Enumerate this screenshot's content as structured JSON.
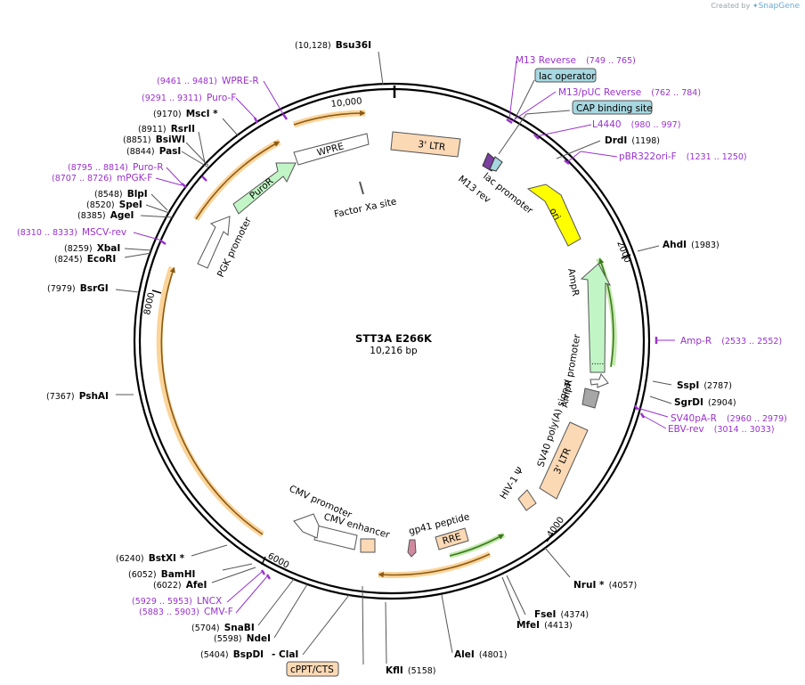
{
  "credit": {
    "prefix": "Created by",
    "brand": "SnapGene"
  },
  "plasmid": {
    "name": "STT3A E266K",
    "length_label": "10,216 bp",
    "length": 10216
  },
  "ticks": [
    "2000",
    "4000",
    "6000",
    "8000",
    "10,000"
  ],
  "sites": [
    {
      "id": "bsu36i",
      "name": "Bsu36I",
      "pos": "(10,128)"
    },
    {
      "id": "msci",
      "name": "MscI *",
      "pos": "(9170)"
    },
    {
      "id": "rsrii",
      "name": "RsrII",
      "pos": "(8911)"
    },
    {
      "id": "bsiwi",
      "name": "BsiWI",
      "pos": "(8851)"
    },
    {
      "id": "pasi",
      "name": "PasI",
      "pos": "(8844)"
    },
    {
      "id": "blpi",
      "name": "BlpI",
      "pos": "(8548)"
    },
    {
      "id": "spei",
      "name": "SpeI",
      "pos": "(8520)"
    },
    {
      "id": "agei",
      "name": "AgeI",
      "pos": "(8385)"
    },
    {
      "id": "xbai",
      "name": "XbaI",
      "pos": "(8259)"
    },
    {
      "id": "ecori",
      "name": "EcoRI",
      "pos": "(8245)"
    },
    {
      "id": "bsrgi",
      "name": "BsrGI",
      "pos": "(7979)"
    },
    {
      "id": "pshai",
      "name": "PshAI",
      "pos": "(7367)"
    },
    {
      "id": "bstxi",
      "name": "BstXI *",
      "pos": "(6240)"
    },
    {
      "id": "bamhi",
      "name": "BamHI",
      "pos": "(6052)"
    },
    {
      "id": "afei",
      "name": "AfeI",
      "pos": "(6022)"
    },
    {
      "id": "snabi",
      "name": "SnaBI",
      "pos": "(5704)"
    },
    {
      "id": "ndei",
      "name": "NdeI",
      "pos": "(5598)"
    },
    {
      "id": "bspdi",
      "name": "BspDI",
      "pos": "(5404)"
    },
    {
      "id": "clai",
      "name": "- ClaI",
      "pos": ""
    },
    {
      "id": "kfli",
      "name": "KflI",
      "pos": "(5158)"
    },
    {
      "id": "alei",
      "name": "AleI",
      "pos": "(4801)"
    },
    {
      "id": "mfei",
      "name": "MfeI",
      "pos": "(4413)"
    },
    {
      "id": "fsei",
      "name": "FseI",
      "pos": "(4374)"
    },
    {
      "id": "nrui",
      "name": "NruI *",
      "pos": "(4057)"
    },
    {
      "id": "sgrdi",
      "name": "SgrDI",
      "pos": "(2904)"
    },
    {
      "id": "sspi",
      "name": "SspI",
      "pos": "(2787)"
    },
    {
      "id": "ahdi",
      "name": "AhdI",
      "pos": "(1983)"
    },
    {
      "id": "drdi",
      "name": "DrdI",
      "pos": "(1198)"
    }
  ],
  "primers": [
    {
      "id": "wpre-r",
      "name": "WPRE-R",
      "pos": "(9461 .. 9481)"
    },
    {
      "id": "puro-f",
      "name": "Puro-F",
      "pos": "(9291 .. 9311)"
    },
    {
      "id": "puro-r",
      "name": "Puro-R",
      "pos": "(8795 .. 8814)"
    },
    {
      "id": "mpgk-f",
      "name": "mPGK-F",
      "pos": "(8707 .. 8726)"
    },
    {
      "id": "mscv-rev",
      "name": "MSCV-rev",
      "pos": "(8310 .. 8333)"
    },
    {
      "id": "lncx",
      "name": "LNCX",
      "pos": "(5929 .. 5953)"
    },
    {
      "id": "cmv-f",
      "name": "CMV-F",
      "pos": "(5883 .. 5903)"
    },
    {
      "id": "m13-reverse",
      "name": "M13 Reverse",
      "pos": "(749 .. 765)"
    },
    {
      "id": "m13-puc-reverse",
      "name": "M13/pUC Reverse",
      "pos": "(762 .. 784)"
    },
    {
      "id": "l4440",
      "name": "L4440",
      "pos": "(980 .. 997)"
    },
    {
      "id": "pbr322ori-f",
      "name": "pBR322ori-F",
      "pos": "(1231 .. 1250)"
    },
    {
      "id": "amp-r",
      "name": "Amp-R",
      "pos": "(2533 .. 2552)"
    },
    {
      "id": "sv40pa-r",
      "name": "SV40pA-R",
      "pos": "(2960 .. 2979)"
    },
    {
      "id": "ebv-rev",
      "name": "EBV-rev",
      "pos": "(3014 .. 3033)"
    }
  ],
  "boxed_labels": {
    "lac_operator": "lac operator",
    "cap_binding_site": "CAP binding site",
    "cppt_cts": "cPPT/CTS"
  },
  "features": {
    "ltr3_top": "3' LTR",
    "wpre": "WPRE",
    "factor_xa": "Factor Xa site",
    "puror": "PuroR",
    "pgk_promoter": "PGK promoter",
    "lac_promoter": "lac promoter",
    "m13_rev": "M13 rev",
    "ori": "ori",
    "ampr": "AmpR",
    "ampr_promoter": "AmpR promoter",
    "sv40_polya": "SV40 poly(A) signal",
    "ltr3_bottom": "3' LTR",
    "hiv_psi": "HIV-1 Ψ",
    "rre": "RRE",
    "gp41": "gp41 peptide",
    "cmv_promoter": "CMV promoter",
    "cmv_enhancer": "CMV enhancer"
  },
  "colors": {
    "backbone": "#000000",
    "primer": "#9932cc",
    "ltr_fill": "#fbd9b5",
    "ori_fill": "#ffff00",
    "marker_fill": "#c2f5c6",
    "box_fill": "#a7d7e0",
    "orf_glow": "#fbd49a",
    "arrow_core": "#8a5a14"
  }
}
